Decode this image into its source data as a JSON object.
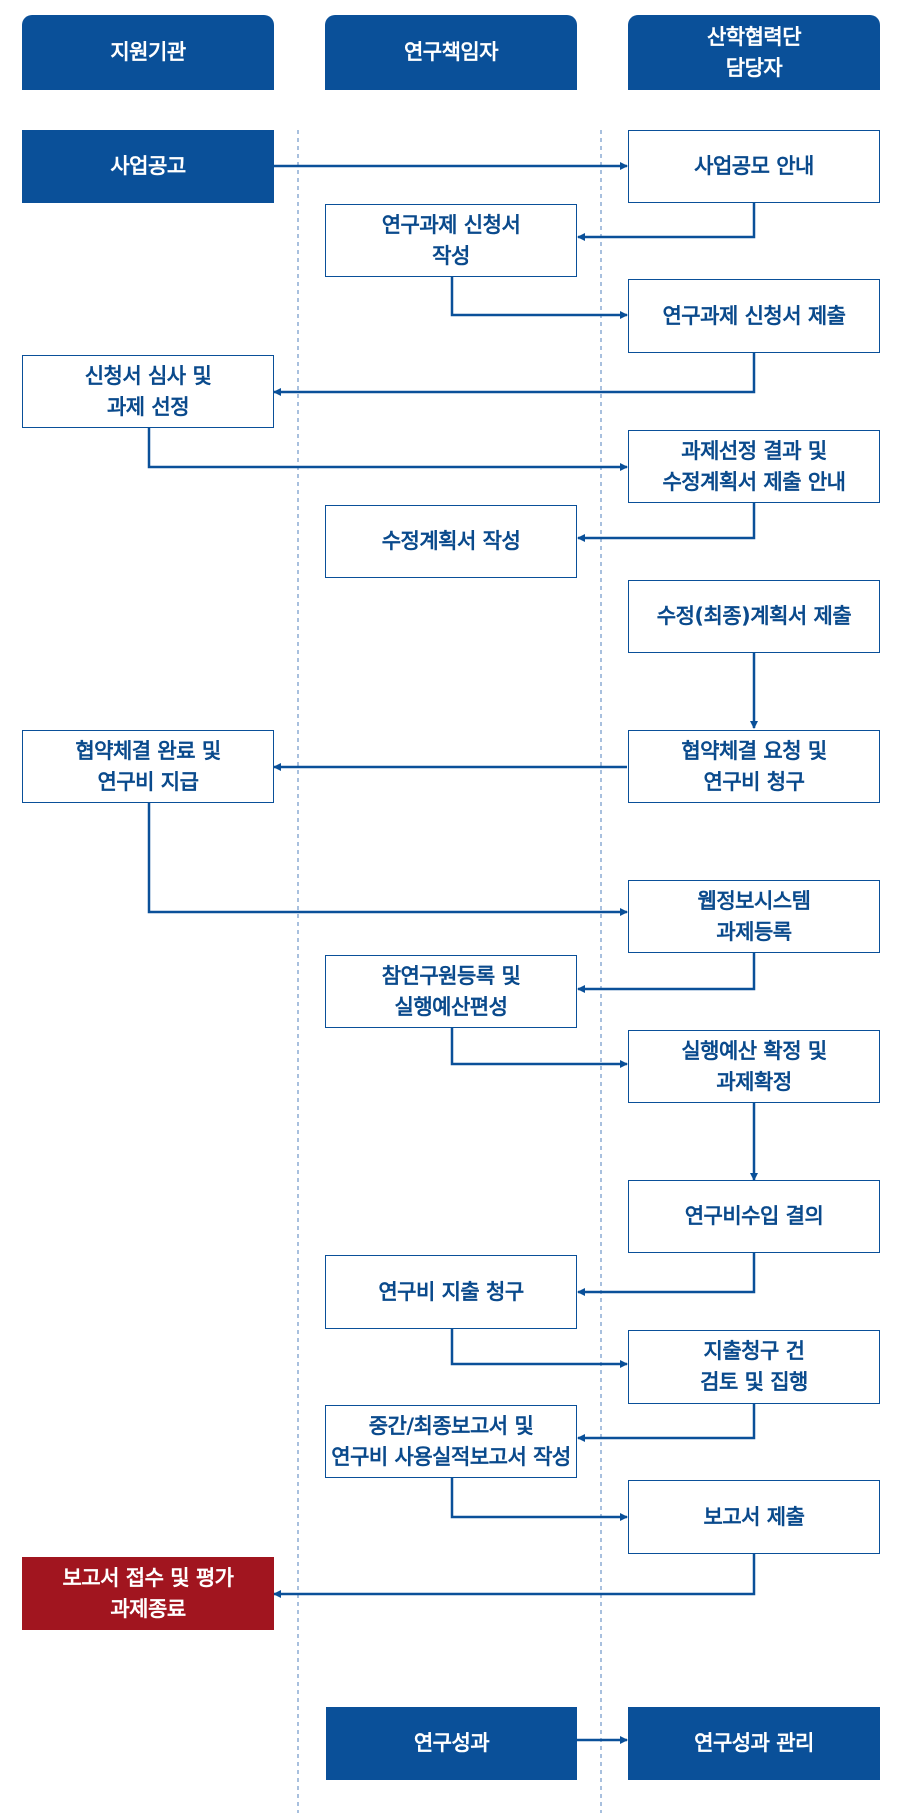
{
  "colors": {
    "primary": "#0a5099",
    "end": "#a1151f",
    "text_dark": "#0a4a8c",
    "divider": "#6f96c8"
  },
  "lanes": {
    "support": "지원기관",
    "pi": "연구책임자",
    "office": "산학협력단\n담당자"
  },
  "steps": {
    "announce": "사업공고",
    "notice": "사업공모 안내",
    "write_app": "연구과제 신청서\n작성",
    "submit_app": "연구과제 신청서 제출",
    "review": "신청서 심사 및\n과제 선정",
    "result_notice": "과제선정 결과 및\n수정계획서 제출 안내",
    "write_plan": "수정계획서 작성",
    "submit_plan": "수정(최종)계획서 제출",
    "agree_done": "협약체결 완료 및\n연구비 지급",
    "agree_req": "협약체결 요청 및\n연구비 청구",
    "web_reg": "웹정보시스템\n과제등록",
    "member_reg": "참연구원등록 및\n실행예산편성",
    "budget_confirm": "실행예산 확정 및\n과제확정",
    "income": "연구비수입 결의",
    "spend_req": "연구비 지출 청구",
    "spend_exec": "지출청구 건\n검토 및 집행",
    "write_report": "중간/최종보고서 및\n연구비 사용실적보고서 작성",
    "submit_report": "보고서 제출",
    "end": "보고서 접수 및 평가\n과제종료",
    "outcome": "연구성과",
    "outcome_mgmt": "연구성과 관리"
  }
}
